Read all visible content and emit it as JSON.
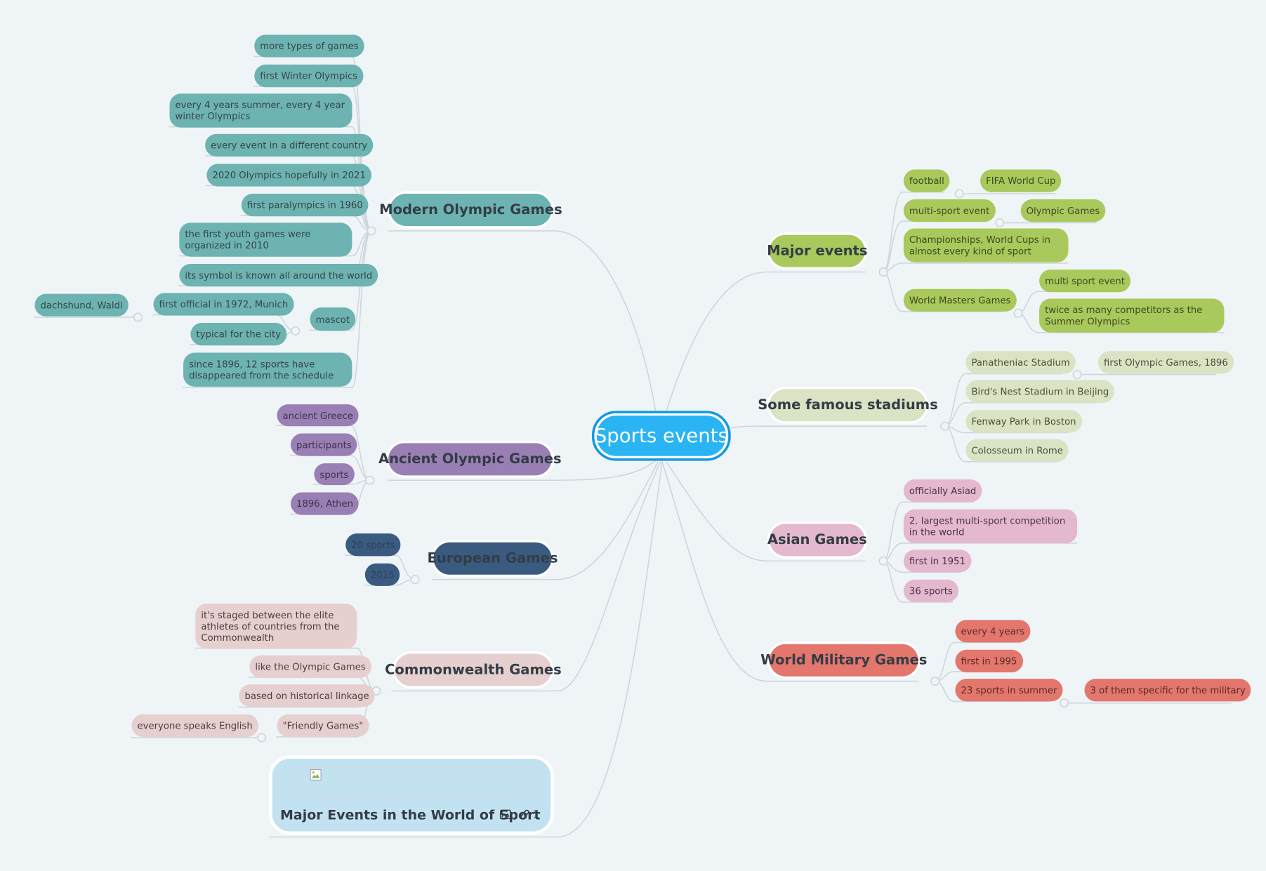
{
  "root": "Sports events",
  "colors": {
    "background": "#eff4f7",
    "line": "#cfd6db",
    "root_fill": "#2ab4f4",
    "teal": "#6db3b1",
    "purple": "#9a7fb5",
    "navy": "#3a5a80",
    "pink_light": "#e6cfcf",
    "green": "#a9c95c",
    "pale_green": "#dae3c4",
    "pink": "#e4b8cf",
    "red": "#e3766d"
  },
  "branches": {
    "modern": {
      "title": "Modern Olympic Games",
      "items": [
        "more types of games",
        "first Winter Olympics",
        "every 4 years summer, every 4 year winter Olympics",
        "every event in a different country",
        "2020 Olympics hopefully in 2021",
        "first paralympics in 1960",
        "the first youth games were organized in 2010",
        "its symbol is known all around the world",
        "mascot",
        "since 1896, 12 sports have disappeared from the schedule"
      ],
      "mascot_items": [
        "first official in 1972, Munich",
        "typical for the city"
      ],
      "mascot_sub": "dachshund, Waldi"
    },
    "ancient": {
      "title": "Ancient Olympic Games",
      "items": [
        "ancient Greece",
        "participants",
        "sports",
        "1896, Athen"
      ]
    },
    "european": {
      "title": "European Games",
      "items": [
        "20 sports",
        "2015"
      ]
    },
    "commonwealth": {
      "title": "Commonwealth Games",
      "items": [
        "it's staged between the elite athletes of countries from the Commonwealth",
        "like the Olympic Games",
        "based on historical linkage",
        "\"Friendly Games\""
      ],
      "friendly_sub": "everyone speaks English"
    },
    "card": {
      "title": "Major Events in the World of Sport",
      "link_count": "1",
      "icons": [
        "image-icon",
        "link-icon"
      ]
    },
    "major": {
      "title": "Major events",
      "items": [
        "football",
        "multi-sport event",
        "Championships, World Cups in almost every kind of sport",
        "World Masters Games"
      ],
      "football_sub": "FIFA World Cup",
      "multisport_sub": "Olympic Games",
      "masters_sub": [
        "multi sport event",
        "twice as many competitors as the Summer Olympics"
      ]
    },
    "stadiums": {
      "title": "Some famous stadiums",
      "items": [
        "Panatheniac Stadium",
        "Bird's Nest Stadium in Beijing",
        "Fenway Park in Boston",
        "Colosseum in Rome"
      ],
      "panatheniac_sub": "first Olympic Games, 1896"
    },
    "asian": {
      "title": "Asian Games",
      "items": [
        "officially Asiad",
        "2. largest multi-sport competition in the world",
        "first in 1951",
        "36 sports"
      ]
    },
    "military": {
      "title": "World Military Games",
      "items": [
        "every 4 years",
        "first in 1995",
        "23 sports in summer"
      ],
      "summer_sub": "3 of them specific for the military"
    }
  }
}
